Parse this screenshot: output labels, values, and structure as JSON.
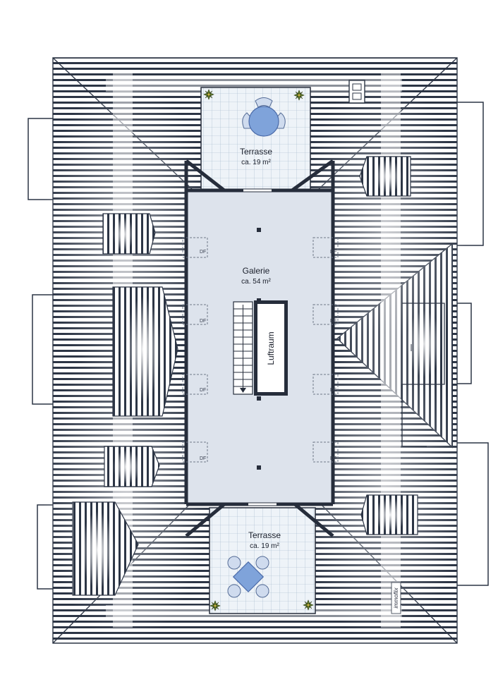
{
  "rooms": {
    "terrace_top": {
      "name": "Terrasse",
      "area": "ca. 19 m²"
    },
    "gallery": {
      "name": "Galerie",
      "area": "ca. 54 m²"
    },
    "void": {
      "name": "Luftraum"
    },
    "terrace_bottom": {
      "name": "Terrasse",
      "area": "ca. 19 m²"
    }
  },
  "skylight_label": "DF",
  "brand": "immoflix",
  "colors": {
    "roof_line": "#2c3545",
    "wall": "#262d3b",
    "floor": "#dde3ec",
    "tile": "#eef3f8",
    "tile_line": "#9fb4c8",
    "furniture": "#7fa3da",
    "plant": "#5f7a2c"
  }
}
